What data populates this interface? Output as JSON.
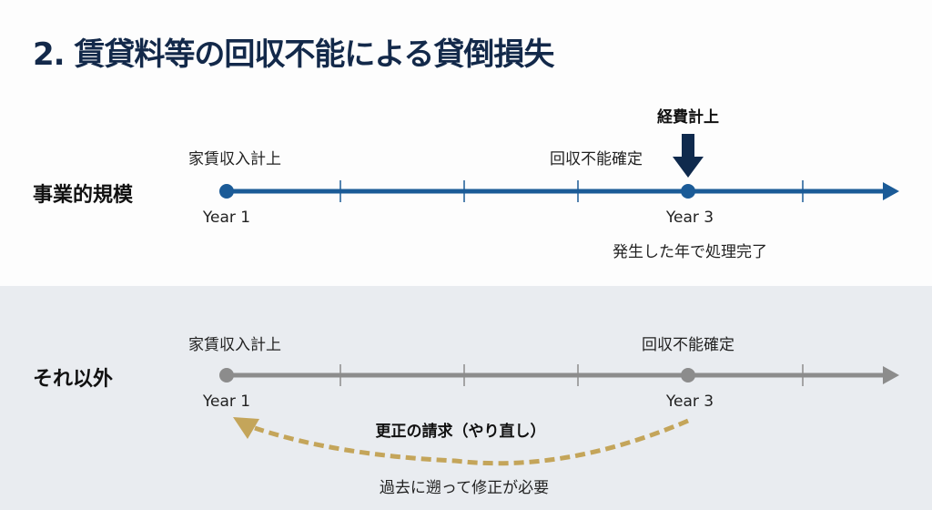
{
  "title": "2. 賃貸料等の回収不能による貸倒損失",
  "business_scale": {
    "label": "事業的規模",
    "event_start": "家賃収入計上",
    "event_confirm": "回収不能確定",
    "expense": "経費計上",
    "year_start": "Year 1",
    "year_end": "Year 3",
    "note": "発生した年で処理完了",
    "color": "#1b5b97"
  },
  "other": {
    "label": "それ以外",
    "event_start": "家賃収入計上",
    "event_confirm": "回収不能確定",
    "year_start": "Year 1",
    "year_end": "Year 3",
    "correction": "更正の請求（やり直し）",
    "note": "過去に遡って修正が必要",
    "color": "#8c8c8c",
    "arrow_color": "#c4a55a"
  }
}
